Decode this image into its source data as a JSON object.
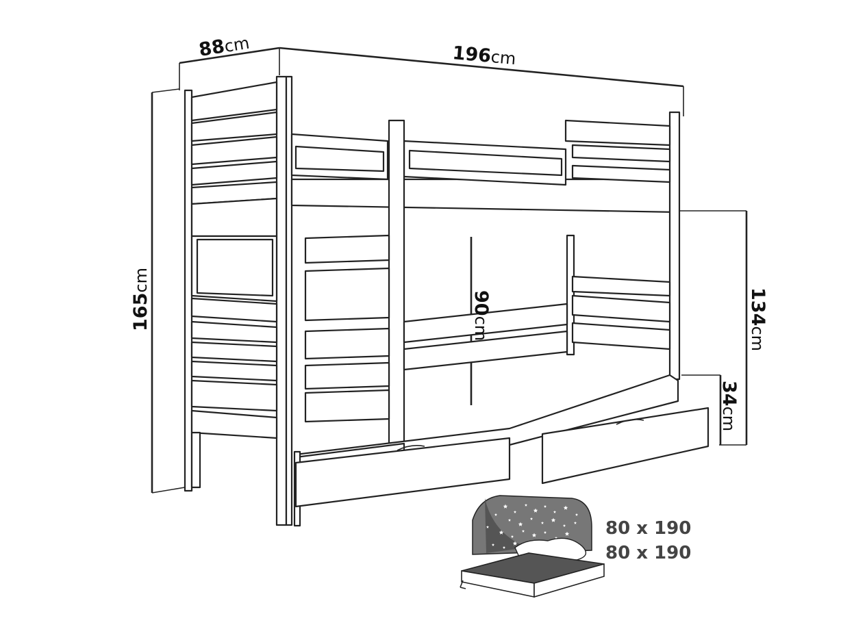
{
  "dimensions": {
    "depth": {
      "value": "88",
      "unit": "cm"
    },
    "length": {
      "value": "196",
      "unit": "cm"
    },
    "total_height": {
      "value": "165",
      "unit": "cm"
    },
    "upper_bed_height": {
      "value": "134",
      "unit": "cm"
    },
    "clearance": {
      "value": "90",
      "unit": "cm"
    },
    "drawer_height": {
      "value": "34",
      "unit": "cm"
    }
  },
  "mattress_sizes": [
    "80 x 190",
    "80 x 190"
  ],
  "colors": {
    "line": "#222222",
    "mattress_dark": "#555555",
    "mattress_panel": "#777777",
    "stars": "#ffffff"
  }
}
